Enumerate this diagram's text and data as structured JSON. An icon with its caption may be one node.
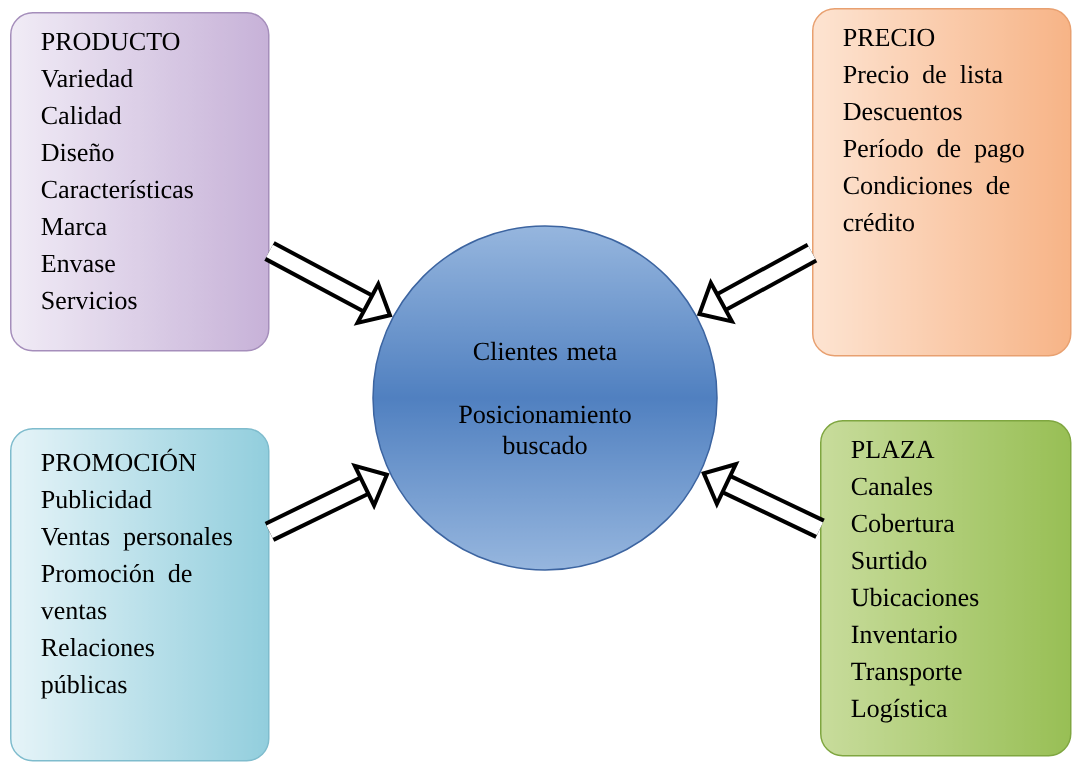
{
  "diagram": {
    "nodes": [
      {
        "text": [
          "PRODUCTO",
          "Variedad",
          "Calidad",
          "Diseño",
          "Características",
          "Marca",
          "Envase",
          "Servicios"
        ]
      },
      {
        "text": [
          "PRECIO",
          "Precio de lista",
          "Descuentos",
          "Período de pago",
          "Condiciones de crédito"
        ]
      },
      {
        "text": [
          "Clientes meta",
          "Posicionamiento buscado"
        ]
      },
      {
        "text": [
          "PROMOCIÓN",
          "Publicidad",
          "Ventas personales",
          "Promoción de ventas",
          "Relaciones públicas"
        ]
      },
      {
        "text": [
          "PLAZA",
          "Canales",
          "Cobertura",
          "Surtido",
          "Ubicaciones",
          "Inventario",
          "Transporte",
          "Logística"
        ]
      }
    ],
    "edges": [
      {
        "from": 0,
        "to": 2,
        "arrow": "to"
      },
      {
        "from": 1,
        "to": 2,
        "arrow": "to"
      },
      {
        "from": 3,
        "to": 2,
        "arrow": "to"
      },
      {
        "from": 4,
        "to": 2,
        "arrow": "to"
      }
    ]
  }
}
